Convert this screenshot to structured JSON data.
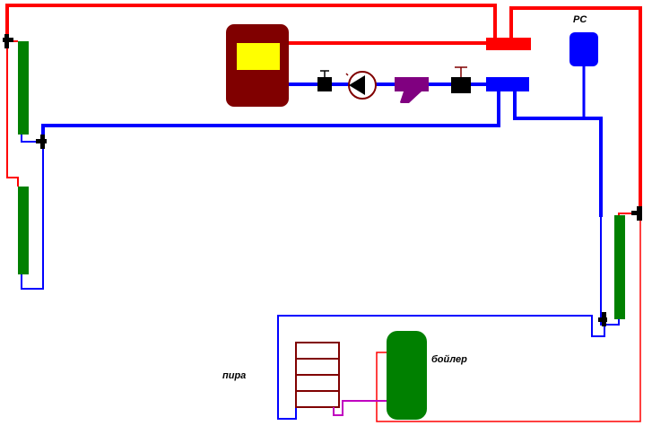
{
  "labels": {
    "expansion_tank": "РС",
    "boiler": "бойлер",
    "dryer": "пира"
  },
  "colors": {
    "supply_pipe": "#ff0000",
    "return_pipe": "#0000ff",
    "radiator": "#008000",
    "heater_body": "#800000",
    "heater_window": "#ffff00",
    "filter": "#800080",
    "dryer_connection": "#c000c0",
    "valve": "#000000",
    "background": "#ffffff"
  }
}
